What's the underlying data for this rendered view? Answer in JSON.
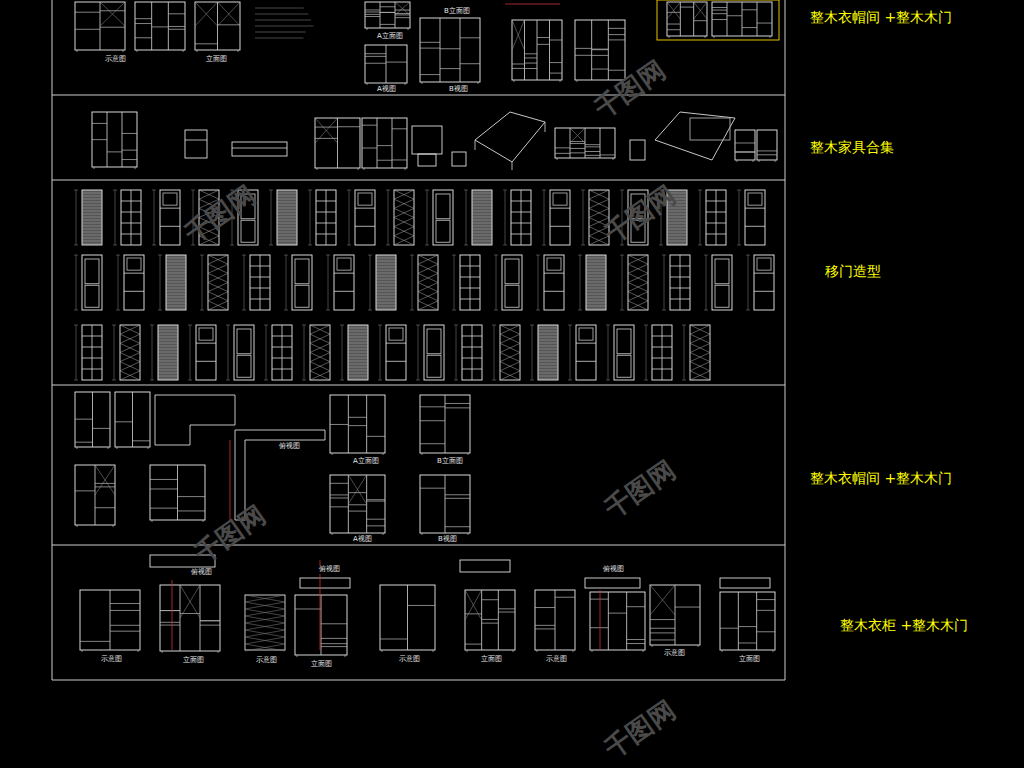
{
  "diagram": {
    "labels": [
      "整木衣帽间 +整木木门",
      "整木家具合集",
      "移门造型",
      "整木衣帽间 +整木木门",
      "整木衣柜 +整木木门",
      "示意图",
      "立面图",
      "A立面图",
      "B立面图",
      "A视图",
      "B视图",
      "俯视图",
      "A立面图",
      "B立面图",
      "A视图",
      "B视图",
      "俯视图",
      "示意图",
      "立面图",
      "示意图",
      "立面图",
      "俯视图",
      "示意图",
      "立面图",
      "示意图",
      "俯视图",
      "示意图",
      "立面图",
      "千图网",
      "千图网",
      "千图网",
      "千图网",
      "千图网",
      "千图网"
    ]
  }
}
